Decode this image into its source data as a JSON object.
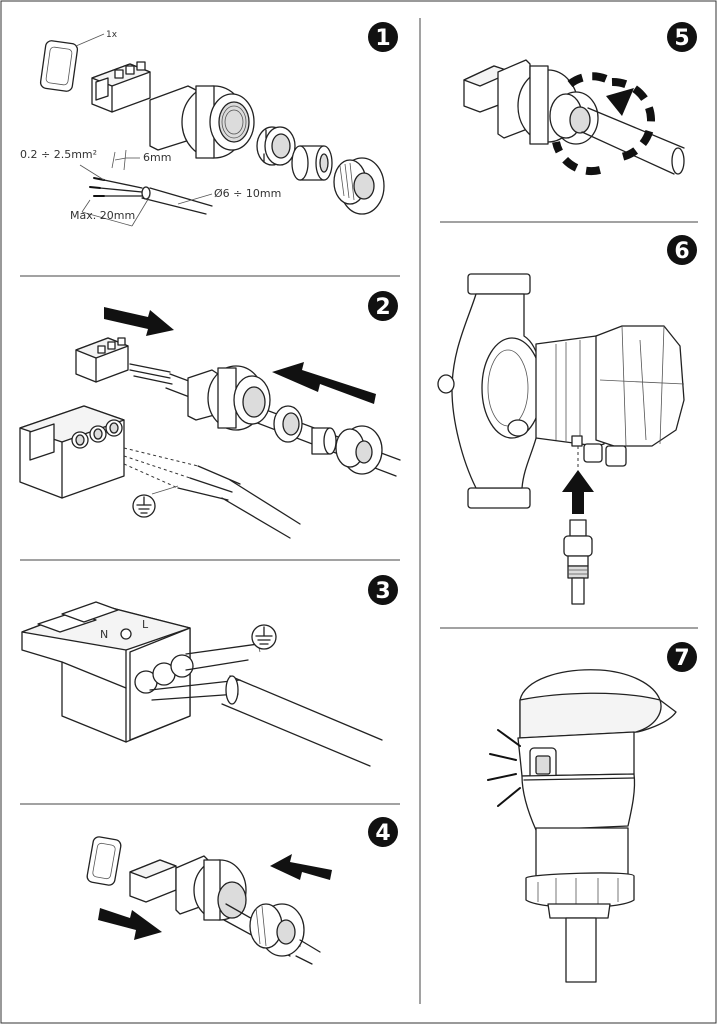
{
  "steps": [
    {
      "number": "1"
    },
    {
      "number": "2"
    },
    {
      "number": "3"
    },
    {
      "number": "4"
    },
    {
      "number": "5"
    },
    {
      "number": "6"
    },
    {
      "number": "7"
    }
  ],
  "step1": {
    "qty": "1x",
    "wire_gauge": "0.2 ÷ 2.5mm²",
    "strip_length": "6mm",
    "cable_diameter": "Ø6 ÷ 10mm",
    "max_length": "Max. 20mm"
  },
  "colors": {
    "badge": "#111111",
    "line": "#222222",
    "rule": "#444444"
  },
  "icons": [
    "earth-ground-icon",
    "rotate-arrow-icon",
    "insert-arrow-icon",
    "led-light-icon"
  ]
}
